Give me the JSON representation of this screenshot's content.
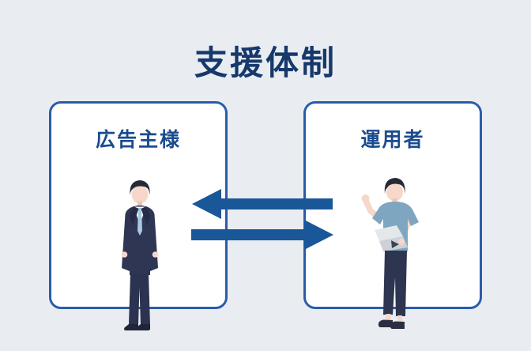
{
  "page": {
    "title": "支援体制"
  },
  "boxes": [
    {
      "id": "advertiser",
      "label": "広告主様",
      "person": "businessman-in-suit"
    },
    {
      "id": "operator",
      "label": "運用者",
      "person": "casual-operator-holding-laptop"
    }
  ],
  "arrows": [
    {
      "direction": "left",
      "meaning": "operator-to-advertiser"
    },
    {
      "direction": "right",
      "meaning": "advertiser-to-operator"
    }
  ],
  "colors": {
    "background": "#e9edf1",
    "box_fill": "#ffffff",
    "box_border": "#2a5caa",
    "title_text": "#16386b",
    "label_text": "#1a4b8f",
    "arrow": "#1a5799",
    "suit": "#2f3654",
    "tshirt": "#7fa6c0",
    "skin": "#f7d7c9",
    "hair": "#262a36",
    "laptop": "#d9dee3"
  }
}
